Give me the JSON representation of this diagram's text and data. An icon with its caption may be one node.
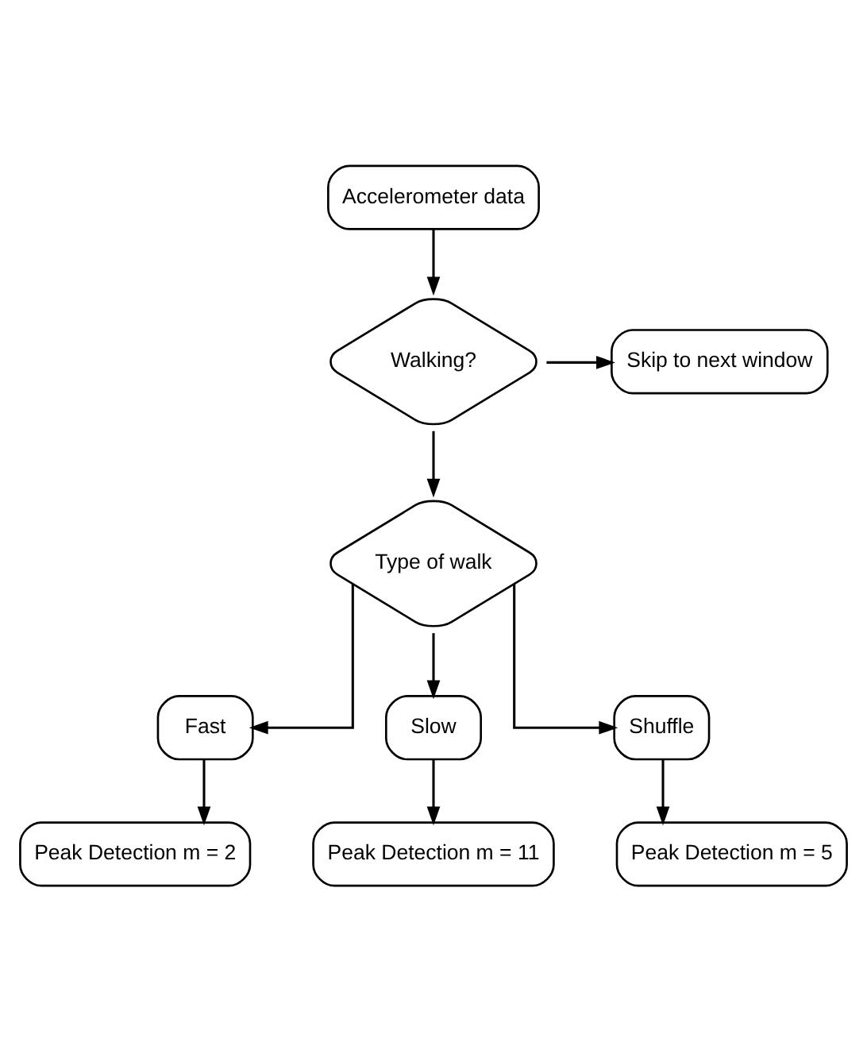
{
  "diagram": {
    "nodes": [
      {
        "text": [
          "Accelerometer data"
        ]
      },
      {
        "text": [
          "Walking?"
        ]
      },
      {
        "text": [
          "Skip to next window"
        ]
      },
      {
        "text": [
          "Type of walk"
        ]
      },
      {
        "text": [
          "Fast"
        ]
      },
      {
        "text": [
          "Slow"
        ]
      },
      {
        "text": [
          "Shuffle"
        ]
      },
      {
        "text": [
          "Peak Detection m = 2"
        ]
      },
      {
        "text": [
          "Peak Detection m = 11"
        ]
      },
      {
        "text": [
          "Peak Detection m = 5"
        ]
      }
    ],
    "edges": [
      {
        "from": 0,
        "to": 1,
        "arrow": "to"
      },
      {
        "from": 1,
        "to": 2,
        "arrow": "to"
      },
      {
        "from": 1,
        "to": 3,
        "arrow": "to"
      },
      {
        "from": 3,
        "to": 4,
        "arrow": "to"
      },
      {
        "from": 3,
        "to": 5,
        "arrow": "to"
      },
      {
        "from": 3,
        "to": 6,
        "arrow": "to"
      },
      {
        "from": 4,
        "to": 7,
        "arrow": "to"
      },
      {
        "from": 5,
        "to": 8,
        "arrow": "to"
      },
      {
        "from": 6,
        "to": 9,
        "arrow": "to"
      }
    ]
  }
}
